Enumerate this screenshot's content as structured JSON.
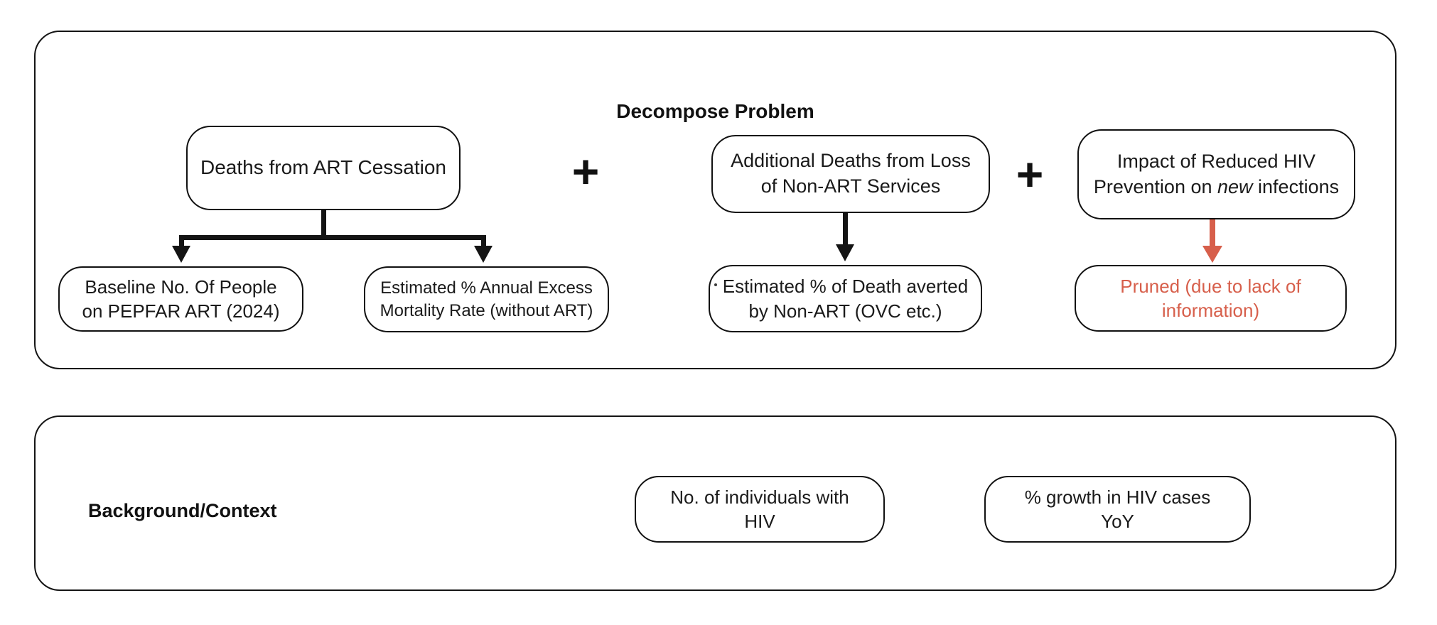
{
  "decompose_section": {
    "title": "Decompose Problem",
    "operators": {
      "plus_1": "+",
      "plus_2": "+"
    },
    "parents": {
      "art_cessation": {
        "label": "Deaths from ART Cessation"
      },
      "non_art_loss": {
        "line1": "Additional Deaths from Loss",
        "line2": "of Non-ART Services"
      },
      "hiv_prevention": {
        "line1": "Impact of Reduced HIV",
        "line2_pre": "Prevention on ",
        "line2_italic": "new",
        "line2_post": " infections"
      }
    },
    "children": {
      "baseline": {
        "line1": "Baseline No. Of People",
        "line2": "on PEPFAR ART (2024)"
      },
      "mortality": {
        "line1": "Estimated % Annual Excess",
        "line2": "Mortality Rate (without ART)"
      },
      "averted": {
        "line1": "Estimated % of Death averted",
        "line2": "by Non-ART (OVC etc.)"
      },
      "pruned": {
        "line1": "Pruned (due to lack of",
        "line2": "information)"
      }
    }
  },
  "background_section": {
    "label": "Background/Context",
    "boxes": {
      "individuals": {
        "line1": "No. of individuals with",
        "line2": "HIV"
      },
      "growth": {
        "line1": "% growth in HIV cases",
        "line2": "YoY"
      }
    }
  },
  "colors": {
    "pruned_accent": "#d75f4b",
    "line_black": "#141414",
    "background": "#ffffff"
  }
}
